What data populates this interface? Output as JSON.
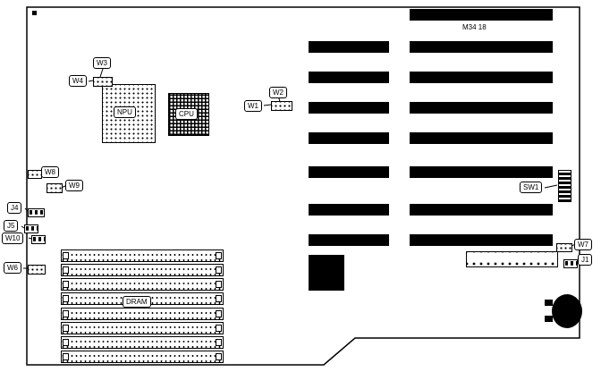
{
  "diagram": {
    "model_text": "M34 18",
    "bg_color": "#ffffff",
    "line_color": "#000000"
  },
  "labels": {
    "w1": "W1",
    "w2": "W2",
    "w3": "W3",
    "w4": "W4",
    "w6": "W6",
    "w7": "W7",
    "w8": "W8",
    "w9": "W9",
    "w10": "W10",
    "j1": "J1",
    "j4": "J4",
    "j5": "J5",
    "sw1": "SW1",
    "npu": "NPU",
    "cpu": "CPU",
    "dram": "DRAM"
  }
}
